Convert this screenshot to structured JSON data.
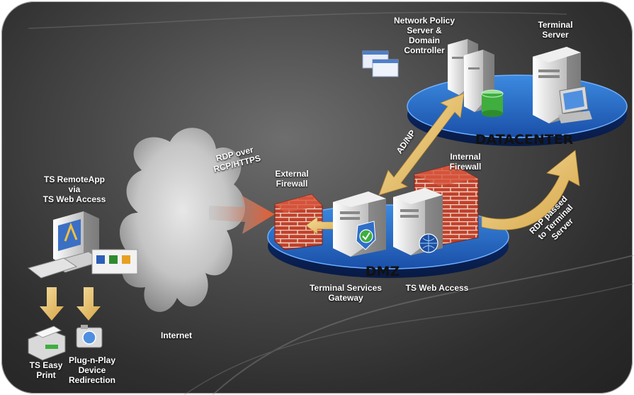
{
  "labels": {
    "client": "TS RemoteApp\nvia\nTS Web Access",
    "rdp_over": "RDP over\nRCP/HTTPS",
    "external_firewall": "External\nFirewall",
    "internal_firewall": "Internal\nFirewall",
    "network_policy_server": "Network Policy\nServer &\nDomain\nController",
    "terminal_server": "Terminal\nServer",
    "datacenter": "DATACENTER",
    "dmz": "DMZ",
    "ad_np": "AD/NP",
    "rdp_passed": "RDP passed\nto Terminal\nServer",
    "ts_gateway": "Terminal Services\nGateway",
    "ts_web_access": "TS  Web Access",
    "internet": "Internet",
    "ts_easy_print": "TS Easy\nPrint",
    "pnp": "Plug-n-Play\nDevice\nRedirection"
  },
  "colors": {
    "arrow_gold": "#e7c06a",
    "arrow_orange": "#e0562e",
    "platform_blue": "#1f5fbf",
    "firewall_red": "#c0392b"
  }
}
